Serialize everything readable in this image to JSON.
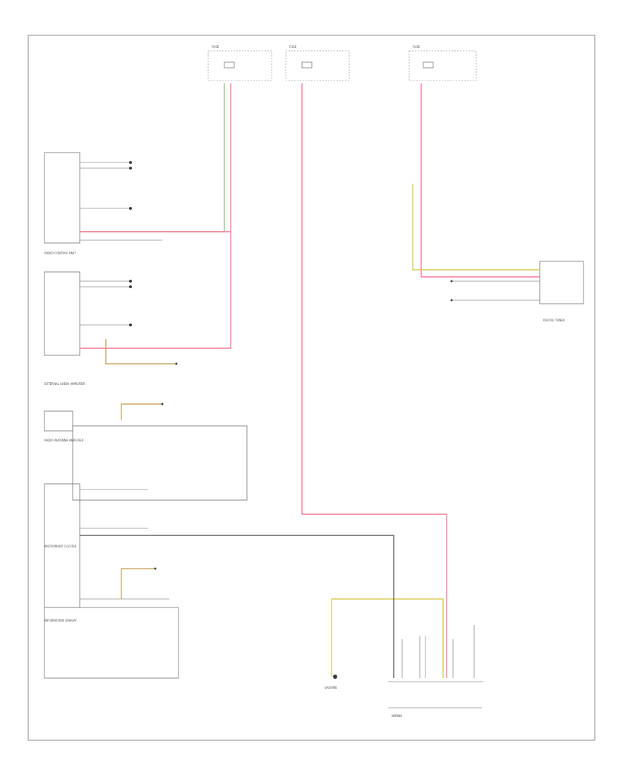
{
  "colors": {
    "green": "#7fcf6a",
    "pink": "#ff6f8f",
    "yellow": "#d8c94a",
    "black": "#444444",
    "gray": "#8a8a8a",
    "tan": "#c9a45a"
  },
  "icons": {
    "fuse": "fuse-icon",
    "ground": "ground-icon",
    "connector": "connector-pin-icon"
  },
  "labels": {
    "audio_unit": "RADIO CONTROL UNIT",
    "amplifier": "EXTERNAL AUDIO AMPLIFIER",
    "antenna_module": "RADIO ANTENNA AMPLIFIER",
    "digital_tuner": "DIGITAL TUNER",
    "info_display": "INFORMATION DISPLAY",
    "instrument_cluster": "INSTRUMENT CLUSTER",
    "fuse_top_left": "FUSE",
    "fuse_top_center": "FUSE",
    "fuse_top_right": "FUSE",
    "footer": "WIRING",
    "ground_label": "GROUND"
  }
}
